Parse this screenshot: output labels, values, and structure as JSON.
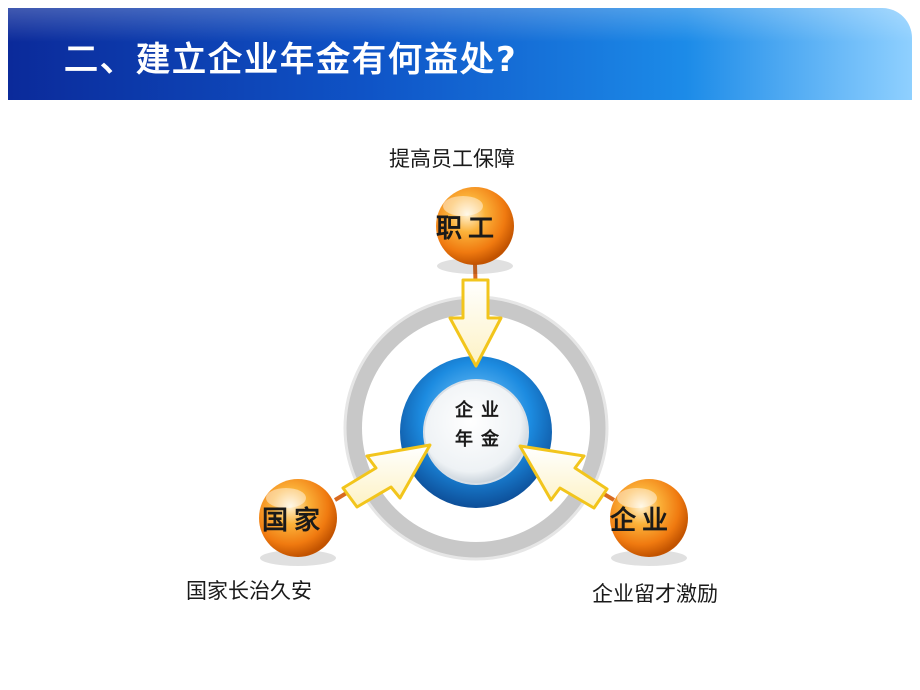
{
  "header": {
    "title": "二、建立企业年金有何益处?"
  },
  "diagram": {
    "center": {
      "line1": "企业",
      "line2": "年金"
    },
    "nodes": {
      "top": {
        "label": "职工",
        "caption": "提高员工保障"
      },
      "left": {
        "label": "国家",
        "caption": "国家长治久安"
      },
      "right": {
        "label": "企业",
        "caption": "企业留才激励"
      }
    }
  },
  "colors": {
    "header_dark": "#0b2a9a",
    "header_light": "#8fd0ff",
    "orb": "#f07a10",
    "ring": "#c8c8c8",
    "center_blue": "#1c7fd0"
  }
}
